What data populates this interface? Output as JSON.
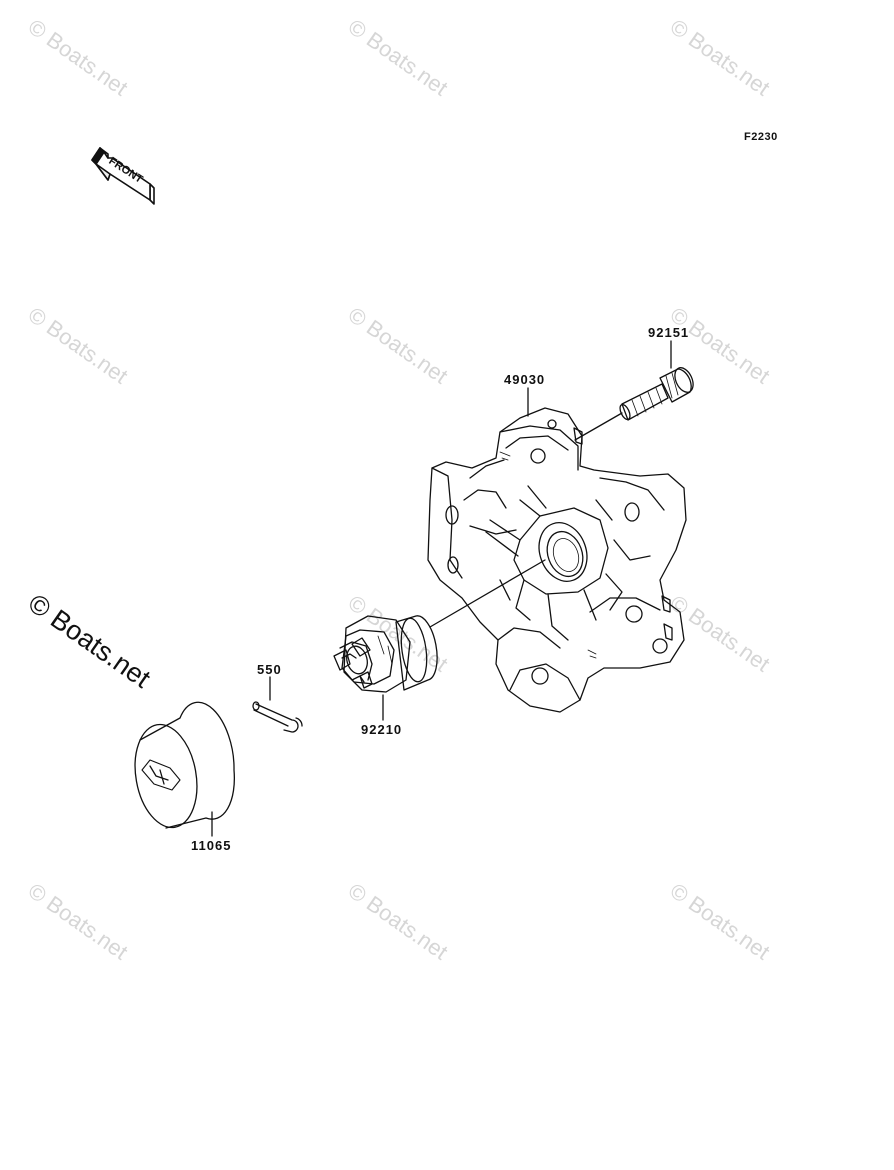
{
  "diagram": {
    "code": "F2230",
    "front_label": "FRONT",
    "watermark": "© Boats.net",
    "part_numbers": {
      "stud": "92151",
      "hub": "49030",
      "cotter_pin": "550",
      "castle_nut": "92210",
      "hub_cap": "11065"
    },
    "colors": {
      "line": "#111111",
      "watermark": "#d6d6d6"
    }
  }
}
